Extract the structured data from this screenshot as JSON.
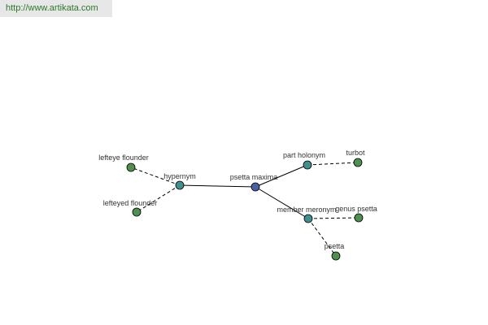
{
  "site_link": {
    "text": "http://www.artikata.com"
  },
  "graph": {
    "nodes": [
      {
        "id": "center",
        "label": "psetta maxima",
        "color": "#4a5fa8"
      },
      {
        "id": "hypernym",
        "label": "hypernym",
        "color": "#3f8f8f"
      },
      {
        "id": "part_holonym",
        "label": "part holonym",
        "color": "#3f8f8f"
      },
      {
        "id": "member_meronym",
        "label": "member meronym",
        "color": "#3f8f8f"
      },
      {
        "id": "lefteye_flounder",
        "label": "lefteye flounder",
        "color": "#4f8f4f"
      },
      {
        "id": "lefteyed_flounder",
        "label": "lefteyed flounder",
        "color": "#4f8f4f"
      },
      {
        "id": "turbot",
        "label": "turbot",
        "color": "#4f8f4f"
      },
      {
        "id": "genus_psetta",
        "label": "genus psetta",
        "color": "#4f8f4f"
      },
      {
        "id": "psetta",
        "label": "psetta",
        "color": "#4f8f4f"
      }
    ],
    "edges": [
      {
        "from": "center",
        "to": "hypernym",
        "style": "solid"
      },
      {
        "from": "center",
        "to": "part_holonym",
        "style": "solid"
      },
      {
        "from": "center",
        "to": "member_meronym",
        "style": "solid"
      },
      {
        "from": "hypernym",
        "to": "lefteye_flounder",
        "style": "dashed"
      },
      {
        "from": "hypernym",
        "to": "lefteyed_flounder",
        "style": "dashed"
      },
      {
        "from": "part_holonym",
        "to": "turbot",
        "style": "dashed"
      },
      {
        "from": "member_meronym",
        "to": "genus_psetta",
        "style": "dashed"
      },
      {
        "from": "member_meronym",
        "to": "psetta",
        "style": "dashed"
      }
    ]
  }
}
